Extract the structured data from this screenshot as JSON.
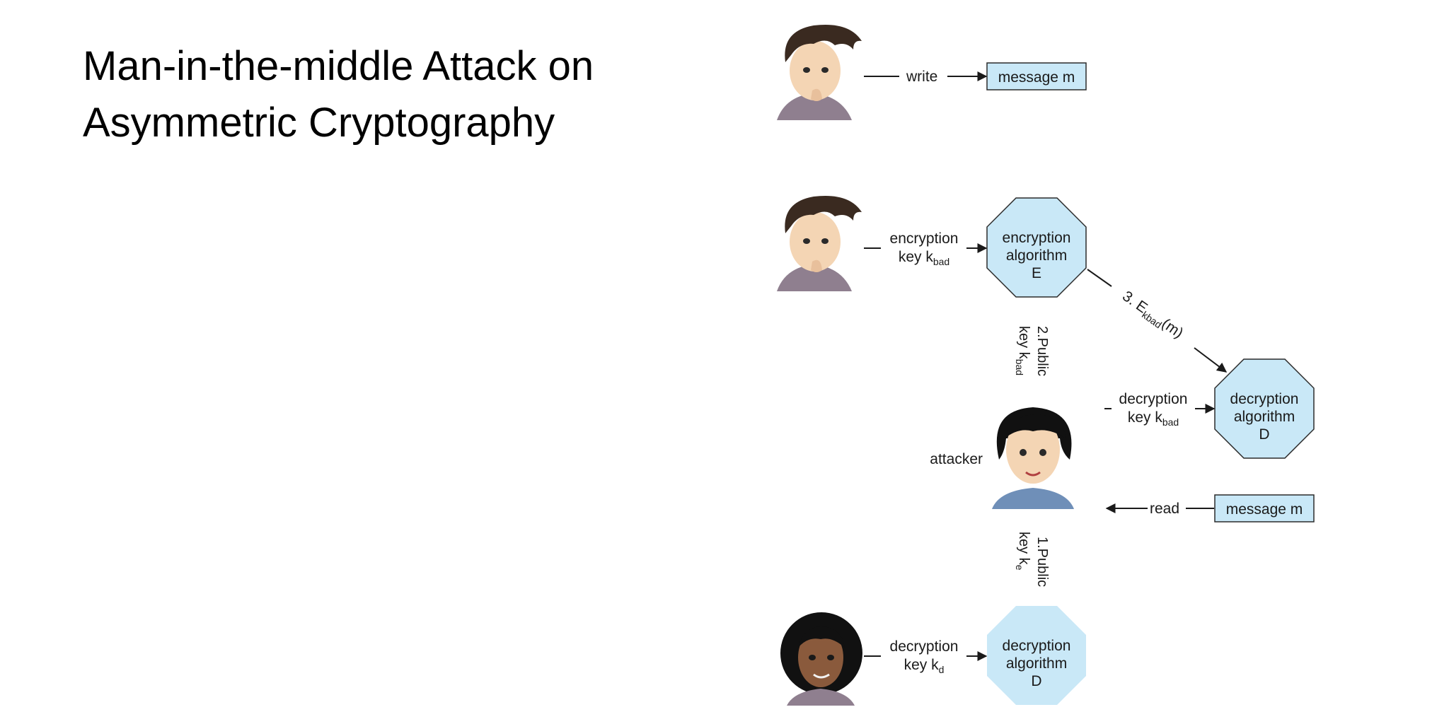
{
  "slide": {
    "title_line1": "Man-in-the-middle Attack on",
    "title_line2": "Asymmetric Cryptography"
  },
  "diagram": {
    "write_label": "write",
    "message_top": "message m",
    "enc_key_label_1": "encryption",
    "enc_key_label_2": "key k",
    "enc_key_sub": "bad",
    "enc_alg_1": "encryption",
    "enc_alg_2": "algorithm",
    "enc_alg_3": "E",
    "edge3_main": "3. E",
    "edge3_sub": "kbad",
    "edge3_tail": "(m)",
    "edge2_line1": "2.Public",
    "edge2_line2": "key k",
    "edge2_sub": "bad",
    "attacker_dec_key_1": "decryption",
    "attacker_dec_key_2": "key k",
    "attacker_dec_key_sub": "bad",
    "attacker_dec_alg_1": "decryption",
    "attacker_dec_alg_2": "algorithm",
    "attacker_dec_alg_3": "D",
    "attacker_label": "attacker",
    "read_label": "read",
    "message_attacker": "message m",
    "edge1_line1": "1.Public",
    "edge1_line2": "key k",
    "edge1_sub": "e",
    "bob_dec_key_1": "decryption",
    "bob_dec_key_2": "key k",
    "bob_dec_key_sub": "d",
    "bob_dec_alg_1": "decryption",
    "bob_dec_alg_2": "algorithm",
    "bob_dec_alg_3": "D"
  },
  "colors": {
    "box_fill": "#c9e8f7",
    "box_stroke": "#2b2b2b",
    "hair_dark": "#3a2a20",
    "skin_light": "#f4d5b4",
    "skin_dark": "#8a5a3c"
  }
}
